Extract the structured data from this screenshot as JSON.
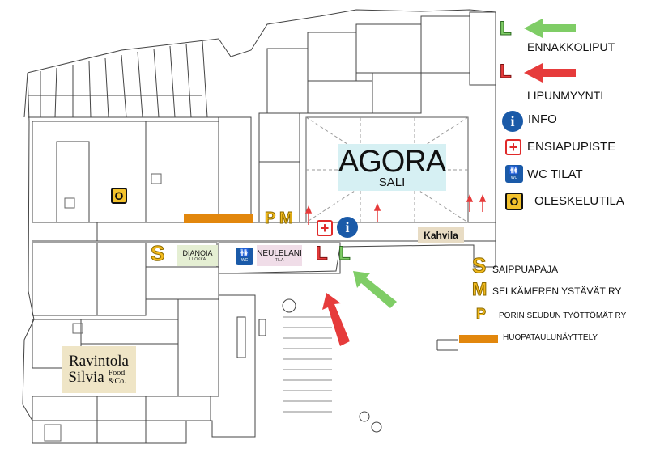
{
  "map": {
    "rooms": {
      "agora_title": "AGORA",
      "agora_sub": "SALI",
      "ravintola_line1": "Ravintola",
      "ravintola_line2": "Silvia",
      "ravintola_food": "Food &Co.",
      "dianoia_title": "DIANOIA",
      "dianoia_sub": "LUOKKA",
      "neulelani_title": "NEULELANI",
      "neulelani_sub": "TILA",
      "kahvila": "Kahvila"
    },
    "markers": {
      "saippuapaja": "S",
      "porin": "P",
      "selkameren": "M",
      "lipunmyynti": "L",
      "ennakkoliput": "L",
      "oleskelutila": "O",
      "info": "i",
      "ensiapu": "+",
      "wc_label": "WC",
      "wc_figure": "🚻"
    }
  },
  "legend": {
    "ennakkoliput": {
      "letter": "L",
      "label": "ENNAKKOLIPUT",
      "color": "#7fcd66"
    },
    "lipunmyynti": {
      "letter": "L",
      "label": "LIPUNMYYNTI",
      "color": "#e63b3b"
    },
    "info": {
      "icon": "i",
      "label": "INFO",
      "color": "#1a5aa8"
    },
    "ensiapu": {
      "icon": "+",
      "label": "ENSIAPUPISTE",
      "color": "#e02a2a"
    },
    "wc": {
      "icon_figure": "🚻",
      "icon_label": "WC",
      "label": "WC TILAT",
      "color": "#1a5aa8"
    },
    "oleskelutila": {
      "icon": "O",
      "label": "OLESKELUTILA",
      "color": "#f3c22c"
    },
    "saippuapaja": {
      "letter": "S",
      "label": "SAIPPUAPAJA"
    },
    "selkameren": {
      "letter": "M",
      "label": "SELKÄMEREN YSTÄVÄT RY"
    },
    "porin": {
      "letter": "P",
      "label": "PORIN SEUDUN TYÖTTÖMÄT RY"
    },
    "huopataulu": {
      "label": "HUOPATAULUNÄYTTELY",
      "color": "#e2870d"
    }
  }
}
